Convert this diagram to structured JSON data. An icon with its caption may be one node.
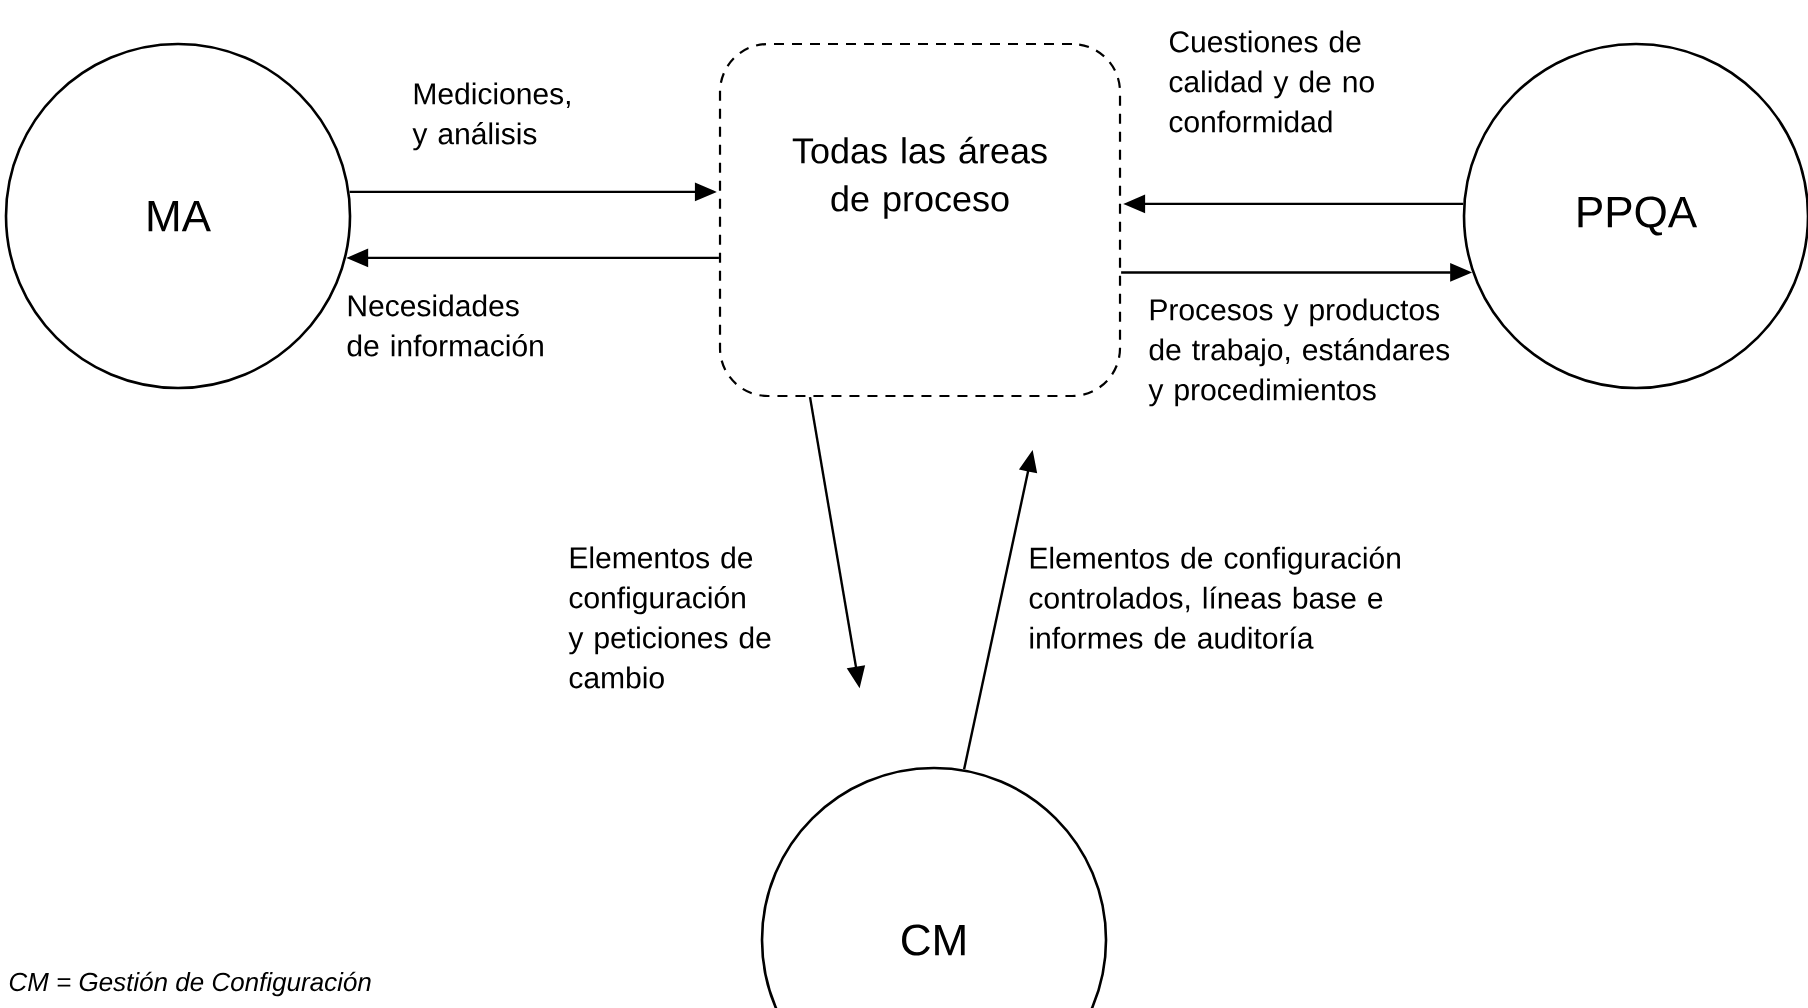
{
  "diagram": {
    "nodes": [
      {
        "text": [
          "MA"
        ]
      },
      {
        "text": [
          "Todas las áreas de proceso"
        ]
      },
      {
        "text": [
          "PPQA"
        ]
      },
      {
        "text": [
          "CM"
        ]
      }
    ],
    "edges": [
      {
        "from": 0,
        "to": 1,
        "arrow": "to",
        "label": "Mediciones, y análisis"
      },
      {
        "from": 1,
        "to": 0,
        "arrow": "to",
        "label": "Necesidades de información"
      },
      {
        "from": 2,
        "to": 1,
        "arrow": "to",
        "label": "Cuestiones de calidad y de no conformidad"
      },
      {
        "from": 1,
        "to": 2,
        "arrow": "to",
        "label": "Procesos y productos de trabajo, estándares y procedimientos"
      },
      {
        "from": 1,
        "to": 3,
        "arrow": "to",
        "label": "Elementos de configuración y peticiones de cambio"
      },
      {
        "from": 3,
        "to": 1,
        "arrow": "to",
        "label": "Elementos de configuración controlados, líneas base e informes de auditoría"
      }
    ],
    "labels": [
      "CM = Gestión de Configuración"
    ]
  }
}
